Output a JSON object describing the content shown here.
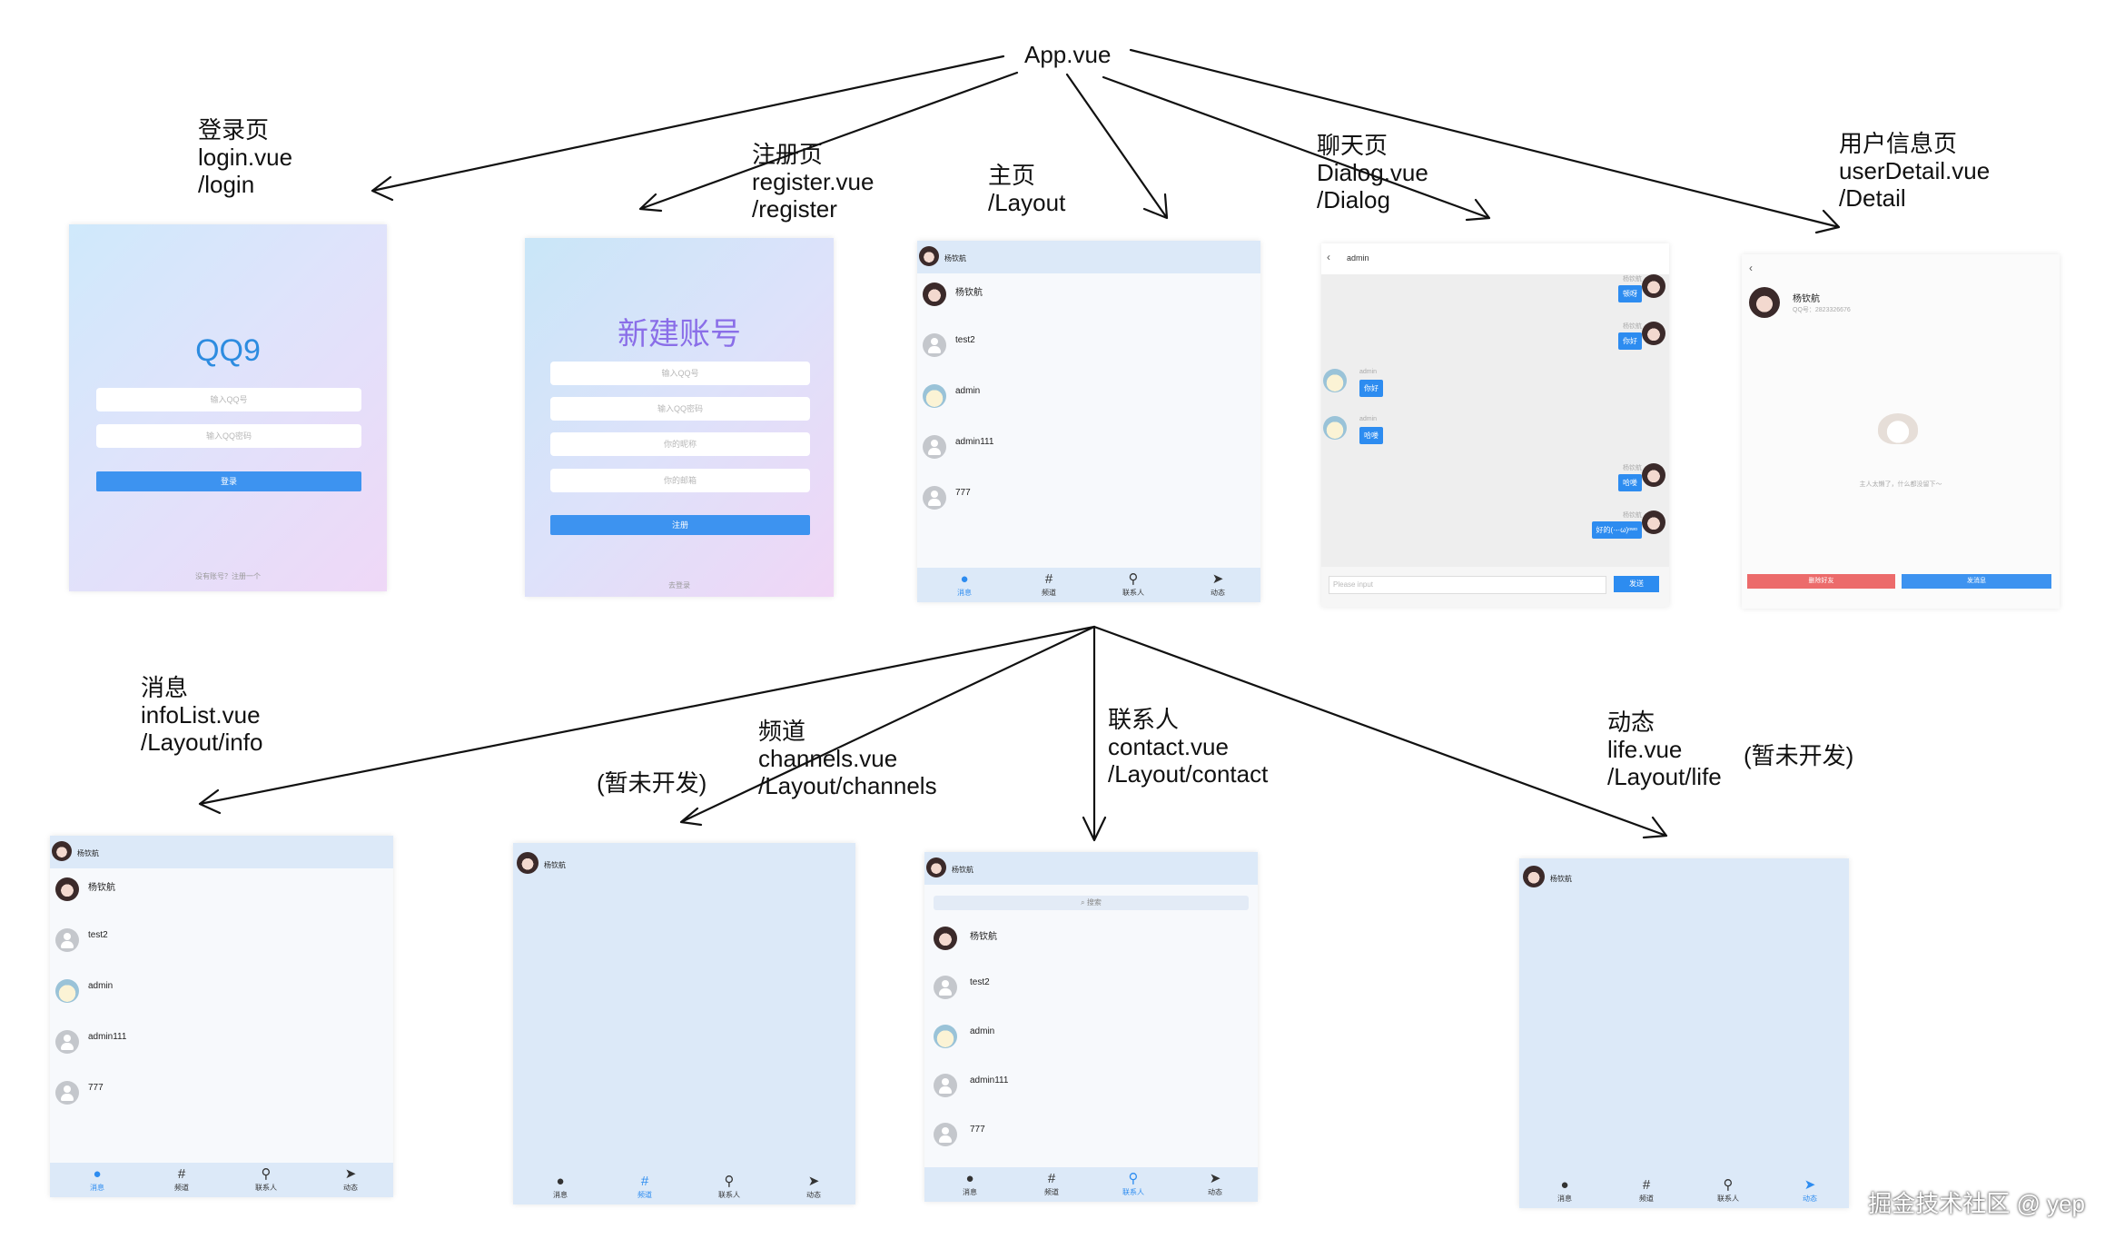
{
  "root": "App.vue",
  "labels": {
    "login": [
      "登录页",
      "login.vue",
      "/login"
    ],
    "register": [
      "注册页",
      "register.vue",
      "/register"
    ],
    "home": [
      "主页",
      "/Layout"
    ],
    "dialog": [
      "聊天页",
      "Dialog.vue",
      "/Dialog"
    ],
    "detail": [
      "用户信息页",
      "userDetail.vue",
      "/Detail"
    ],
    "info": [
      "消息",
      "infoList.vue",
      "/Layout/info"
    ],
    "channels": [
      "频道",
      "channels.vue",
      "/Layout/channels"
    ],
    "channels_note": "(暂未开发)",
    "contact": [
      "联系人",
      "contact.vue",
      "/Layout/contact"
    ],
    "life": [
      "动态",
      "life.vue",
      "/Layout/life"
    ],
    "life_note": "(暂未开发)"
  },
  "login_page": {
    "title": "QQ9",
    "qq_placeholder": "输入QQ号",
    "pwd_placeholder": "输入QQ密码",
    "button": "登录",
    "footer": "没有账号？注册一个"
  },
  "register_page": {
    "title": "新建账号",
    "fields": [
      "输入QQ号",
      "输入QQ密码",
      "你的昵称",
      "你的邮箱"
    ],
    "button": "注册",
    "footer": "去登录"
  },
  "me": "杨钦航",
  "contacts": [
    "杨钦航",
    "test2",
    "admin",
    "admin111",
    "777"
  ],
  "tabs": [
    "消息",
    "频道",
    "联系人",
    "动态"
  ],
  "dialog_page": {
    "title": "admin",
    "messages": [
      {
        "from": "杨钦航",
        "text": "顿呀",
        "side": "right"
      },
      {
        "from": "杨钦航",
        "text": "你好",
        "side": "right"
      },
      {
        "from": "admin",
        "text": "你好",
        "side": "left"
      },
      {
        "from": "admin",
        "text": "哈喽",
        "side": "left"
      },
      {
        "from": "杨钦航",
        "text": "哈喽",
        "side": "right"
      },
      {
        "from": "杨钦航",
        "text": "好的(·-·ω)ᵒʷᵒ",
        "side": "right"
      }
    ],
    "input_placeholder": "Please input",
    "send": "发送"
  },
  "detail_page": {
    "name": "杨钦航",
    "qq": "QQ号：2823326676",
    "empty_text": "主人太懒了，什么都没留下～",
    "delete_btn": "删除好友",
    "send_btn": "发消息"
  },
  "search_placeholder": "搜索",
  "watermark": "掘金技术社区 @ yep",
  "colors": {
    "accent": "#2d8cf0",
    "danger": "#ec6b6b",
    "header": "#dce9f8"
  }
}
